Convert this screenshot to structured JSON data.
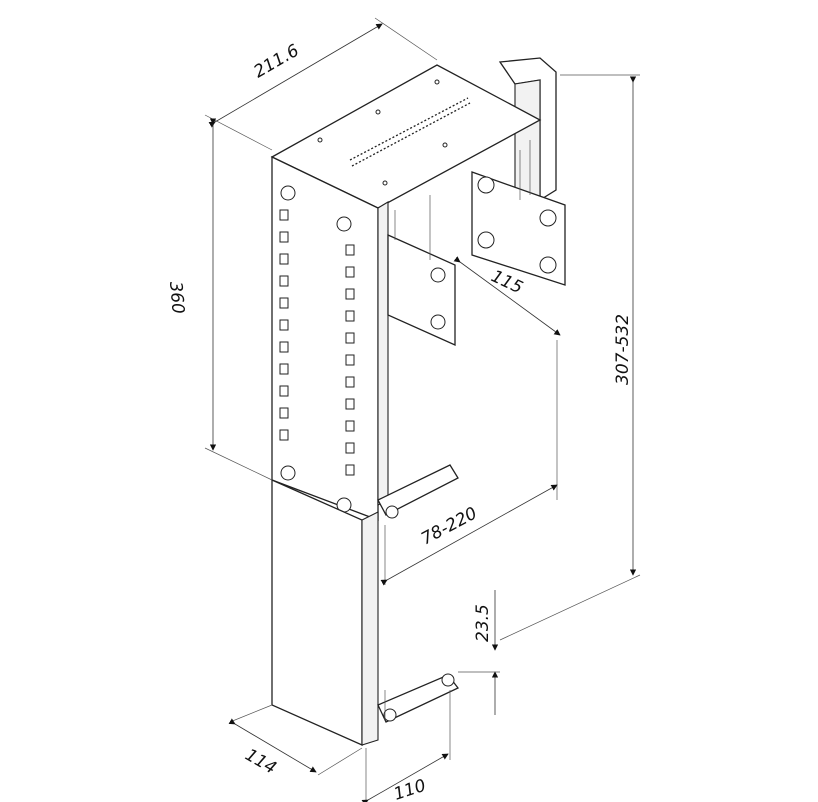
{
  "title": "Adjustable CPU holder dimension drawing",
  "dimensions": {
    "depth_top": "211.6",
    "height_box": "360",
    "bracket_offset": "115",
    "total_height_range": "307-532",
    "width_range": "78-220",
    "foot_height": "23.5",
    "base_depth": "114",
    "base_width": "110"
  }
}
